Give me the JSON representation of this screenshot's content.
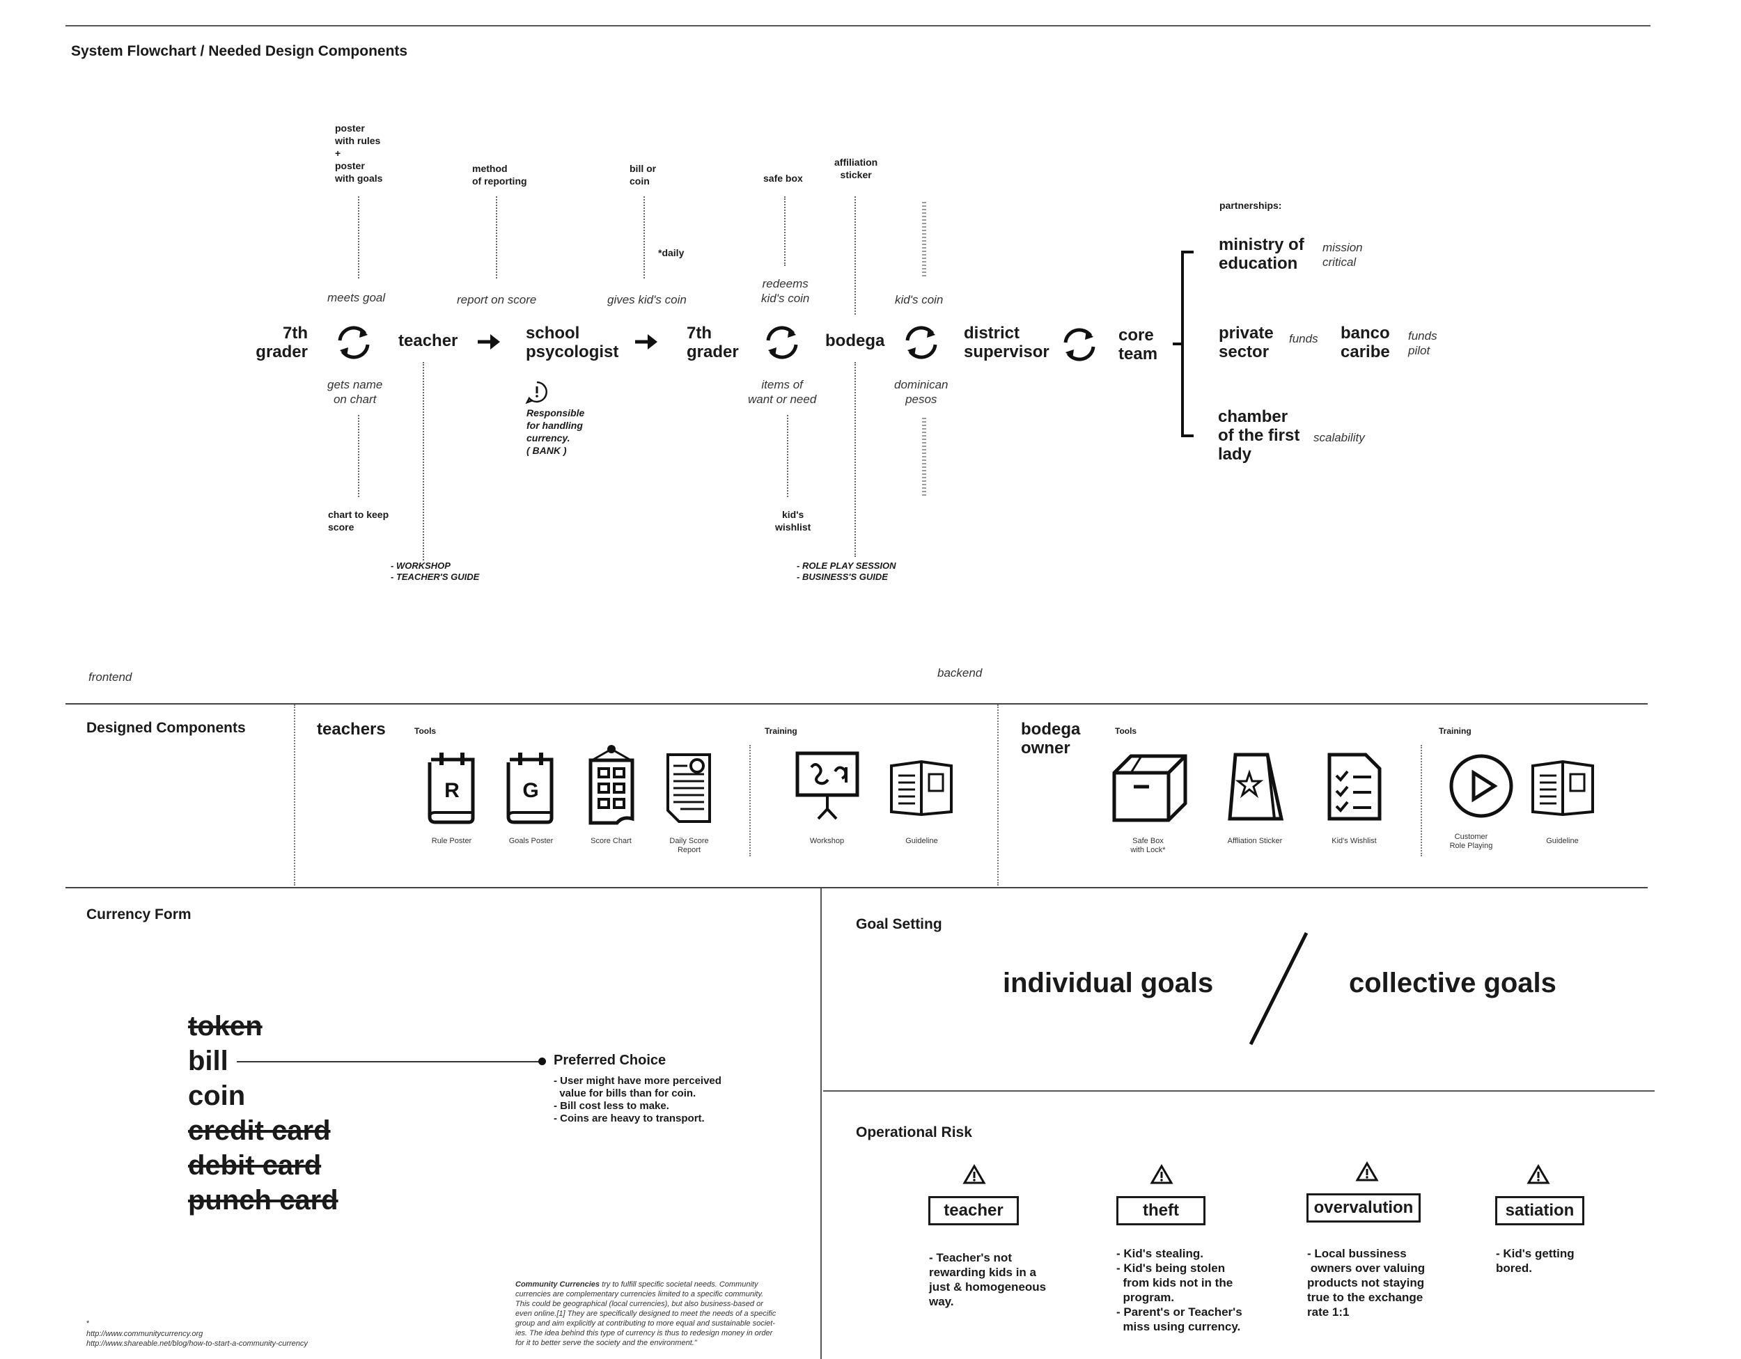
{
  "section_titles": {
    "flowchart": "System Flowchart / Needed Design Components",
    "designed": "Designed Components",
    "currency": "Currency Form",
    "goals": "Goal Setting",
    "risk": "Operational Risk"
  },
  "flow": {
    "frontend": "frontend",
    "backend": "backend",
    "nodes": {
      "grader1": "7th\ngrader",
      "teacher": "teacher",
      "psych": "school\npsycologist",
      "grader2": "7th\ngrader",
      "bodega": "bodega",
      "district": "district\nsupervisor",
      "core": "core\nteam"
    },
    "above_labels": {
      "posters": "poster\nwith rules\n+\nposter\nwith goals",
      "method": "method\nof reporting",
      "bill": "bill or\ncoin",
      "daily": "*daily",
      "safebox": "safe box",
      "affiliation": "affiliation\nsticker"
    },
    "edge_labels": {
      "meets_goal": "meets goal",
      "report": "report on score",
      "gives": "gives kid's coin",
      "redeems": "redeems\nkid's coin",
      "kids_coin": "kid's coin",
      "gets_name": "gets name\non chart",
      "items": "items of\nwant or need",
      "pesos": "dominican\npesos"
    },
    "below_labels": {
      "chart": "chart to keep\nscore",
      "workshop": "- WORKSHOP\n- TEACHER'S GUIDE",
      "responsible": "Responsible\nfor handling\ncurrency.\n( BANK )",
      "wishlist": "kid's\nwishlist",
      "roleplay": "- ROLE PLAY SESSION\n- BUSINESS'S GUIDE"
    },
    "partnerships": {
      "title": "partnerships:",
      "ministry": "ministry of\neducation",
      "ministry_note": "mission\ncritical",
      "private": "private\nsector",
      "private_note": "funds",
      "banco": "banco\ncaribe",
      "banco_note": "funds\npilot",
      "chamber": "chamber\nof the first\nlady",
      "chamber_note": "scalability"
    }
  },
  "designed": {
    "teachers_title": "teachers",
    "bodega_title": "bodega\nowner",
    "tools": "Tools",
    "training": "Training",
    "teacher_components": [
      {
        "name": "Rule Poster",
        "icon": "poster-r-icon",
        "letter": "R"
      },
      {
        "name": "Goals Poster",
        "icon": "poster-g-icon",
        "letter": "G"
      },
      {
        "name": "Score Chart",
        "icon": "score-chart-icon"
      },
      {
        "name": "Daily Score\nReport",
        "icon": "document-icon"
      },
      {
        "name": "Workshop",
        "icon": "presentation-board-icon"
      },
      {
        "name": "Guideline",
        "icon": "open-book-icon"
      }
    ],
    "bodega_components": [
      {
        "name": "Safe Box\nwith Lock*",
        "icon": "box-icon"
      },
      {
        "name": "Affliation Sticker",
        "icon": "star-sign-icon"
      },
      {
        "name": "Kid's Wishlist",
        "icon": "checklist-icon"
      },
      {
        "name": "Customer\nRole Playing",
        "icon": "play-icon"
      },
      {
        "name": "Guideline",
        "icon": "open-book-icon"
      }
    ]
  },
  "currency": {
    "options": [
      {
        "label": "token",
        "struck": true
      },
      {
        "label": "bill",
        "struck": false
      },
      {
        "label": "coin",
        "struck": false
      },
      {
        "label": "credit card",
        "struck": true
      },
      {
        "label": "debit card",
        "struck": true
      },
      {
        "label": "punch card",
        "struck": true
      }
    ],
    "preferred_title": "Preferred Choice",
    "preferred_points": "- User might have more perceived\n  value for bills than for coin.\n- Bill cost less to make.\n- Coins are heavy to transport.",
    "quote_bold": "Community Currencies",
    "quote": " try to fulfill specific societal needs. Community\ncurrencies are complementary currencies limited to a specific community.\nThis could be geographical (local currencies), but also business-based or\neven online.[1] They are specifically designed to meet the needs of a specific\ngroup and aim explicitly at contributing to more equal and sustainable societ-\nies. The idea behind this type of currency is thus to redesign money in order\nfor it to better serve the society and the environment.\"",
    "footnote_mark": "*",
    "links": "http://www.communitycurrency.org\nhttp://www.shareable.net/blog/how-to-start-a-community-currency"
  },
  "goals": {
    "individual": "individual goals",
    "collective": "collective goals"
  },
  "risks": [
    {
      "title": "teacher",
      "desc": "- Teacher's not\nrewarding kids in a\njust & homogeneous\nway."
    },
    {
      "title": "theft",
      "desc": "- Kid's stealing.\n- Kid's being stolen\n  from kids not in the\n  program.\n- Parent's or Teacher's\n  miss using currency."
    },
    {
      "title": "overvalution",
      "desc": "- Local bussiness\n owners over valuing\nproducts not staying\ntrue to the exchange\nrate 1:1"
    },
    {
      "title": "satiation",
      "desc": "- Kid's getting\nbored."
    }
  ]
}
